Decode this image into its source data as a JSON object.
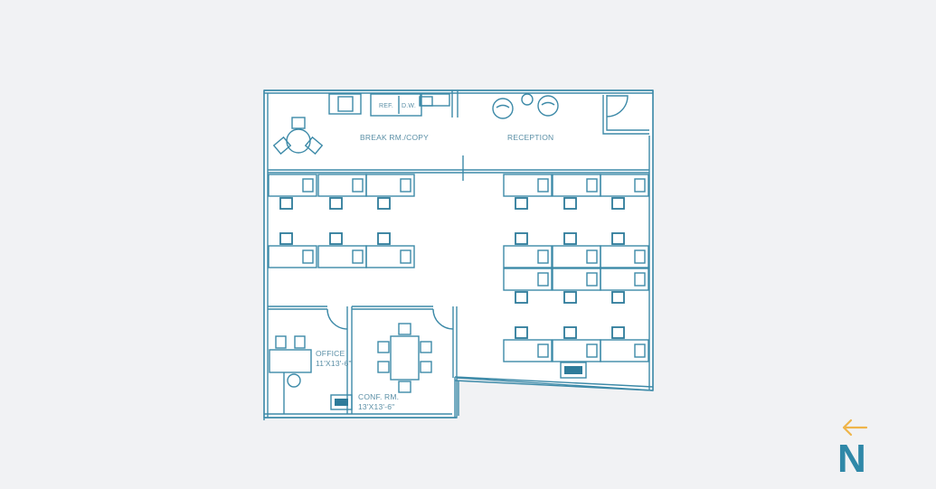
{
  "colors": {
    "background": "#f1f2f4",
    "line": "#3d8aa8",
    "line_dark": "#2e7b9a",
    "fill": "#ffffff",
    "label": "#5b8fa6",
    "north_letter": "#2f88a8",
    "north_arrow": "#efb54a"
  },
  "labels": {
    "break_room": "BREAK RM./COPY",
    "reception": "RECEPTION",
    "refrigerator": "REF.",
    "dishwasher": "D.W.",
    "office_name": "OFFICE",
    "office_size": "11'X13'-6\"",
    "conf_name": "CONF. RM.",
    "conf_size": "13'X13'-6\""
  },
  "compass": {
    "letter": "N",
    "arrow_icon": "left-arrow"
  },
  "workstations": {
    "left_top_row": [
      297,
      352,
      405
    ],
    "left_bottom_row": [
      297,
      352,
      405
    ],
    "right_row_1": [
      557,
      611,
      664
    ],
    "right_row_2": [
      557,
      611,
      664
    ],
    "right_row_3": [
      557,
      611,
      664
    ],
    "right_row_4": [
      557,
      611,
      664
    ]
  }
}
